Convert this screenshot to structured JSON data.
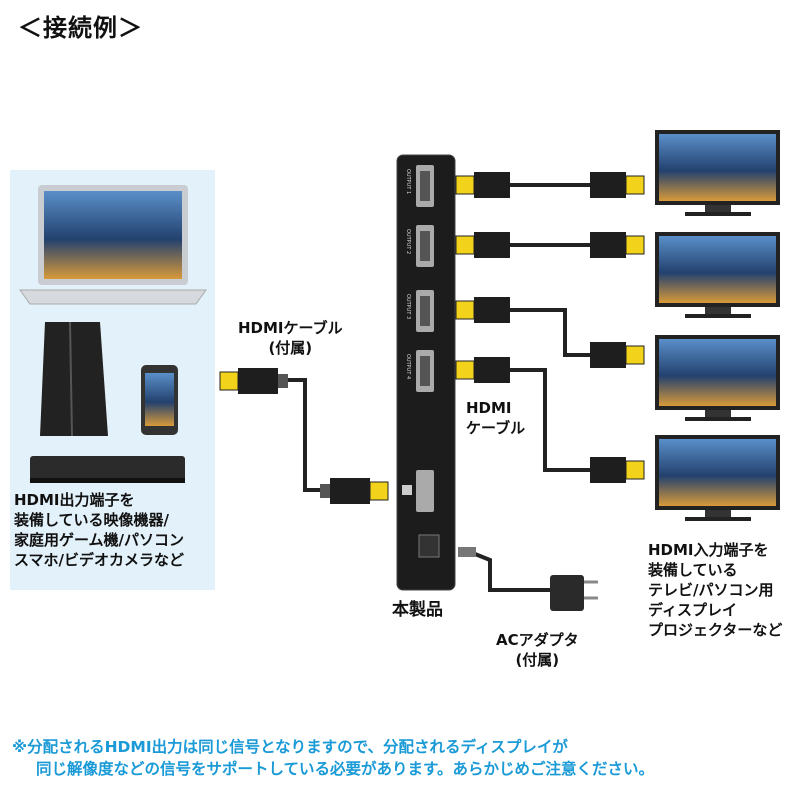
{
  "title": "＜接続例＞",
  "source_devices": {
    "label_lines": [
      "HDMI出力端子を",
      "装備している映像機器/",
      "家庭用ゲーム機/パソコン",
      "スマホ/ビデオカメラなど"
    ]
  },
  "input_cable": {
    "label_lines": [
      "HDMIケーブル",
      "(付属)"
    ]
  },
  "output_cable": {
    "label_lines": [
      "HDMI",
      "ケーブル"
    ]
  },
  "device": {
    "label": "本製品",
    "ports": [
      "OUTPUT 1",
      "OUTPUT 2",
      "OUTPUT 3",
      "OUTPUT 4"
    ]
  },
  "ac_adapter": {
    "label_lines": [
      "ACアダプタ",
      "(付属)"
    ]
  },
  "displays": {
    "label_lines": [
      "HDMI入力端子を",
      "装備している",
      "テレビ/パソコン用",
      "ディスプレイ",
      "プロジェクターなど"
    ]
  },
  "note": {
    "lines": [
      "※分配されるHDMI出力は同じ信号となりますので、分配されるディスプレイが",
      "同じ解像度などの信号をサポートしている必要があります。あらかじめご注意ください。"
    ]
  },
  "colors": {
    "note": "#1a9ad6",
    "panel": "#e3f1fa",
    "plug": "#f2d21b",
    "device": "#1c1c1c"
  }
}
